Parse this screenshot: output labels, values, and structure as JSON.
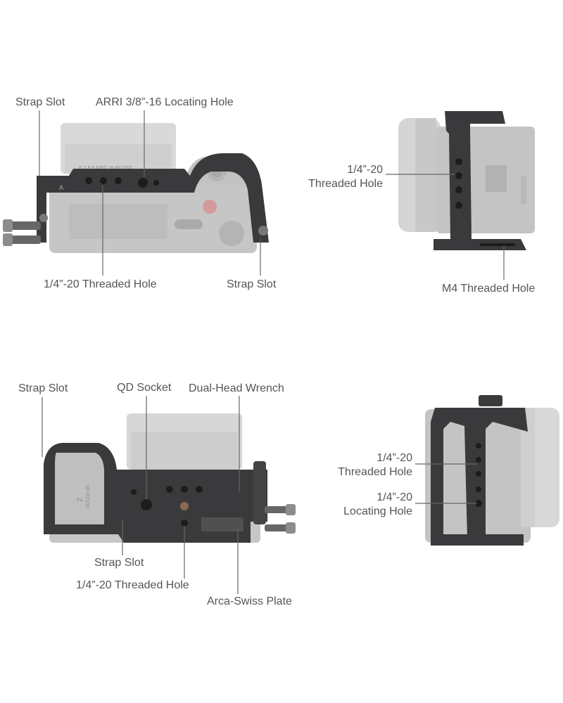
{
  "views": {
    "top": {
      "callouts": {
        "strap_slot_left": "Strap Slot",
        "arri_locating_hole": "ARRI 3/8”-16 Locating Hole",
        "threaded_hole": "1/4”-20 Threaded Hole",
        "strap_slot_right": "Strap Slot"
      },
      "camera_markings": {
        "lens_text": "E 2.8-5.6/PZ 16-50 OSS",
        "badge": "A"
      }
    },
    "side_right": {
      "callouts": {
        "threaded_hole_line1": "1/4”-20",
        "threaded_hole_line2": "Threaded Hole",
        "m4_threaded_hole": "M4 Threaded Hole"
      }
    },
    "bottom": {
      "callouts": {
        "strap_slot_top": "Strap Slot",
        "qd_socket": "QD Socket",
        "dual_head_wrench": "Dual-Head Wrench",
        "strap_slot_bottom": "Strap Slot",
        "threaded_hole": "1/4”-20 Threaded Hole",
        "arca_swiss_plate": "Arca-Swiss Plate"
      },
      "battery_markings": [
        "Z",
        "NP-FZ100"
      ]
    },
    "side_left": {
      "callouts": {
        "threaded_hole_line1": "1/4”-20",
        "threaded_hole_line2": "Threaded Hole",
        "locating_hole_line1": "1/4”-20",
        "locating_hole_line2": "Locating Hole"
      }
    }
  },
  "colors": {
    "cage_metal": "#3a3a3c",
    "camera_body": "#c4c4c4",
    "label_text": "#555555",
    "leader_line": "#666666"
  }
}
